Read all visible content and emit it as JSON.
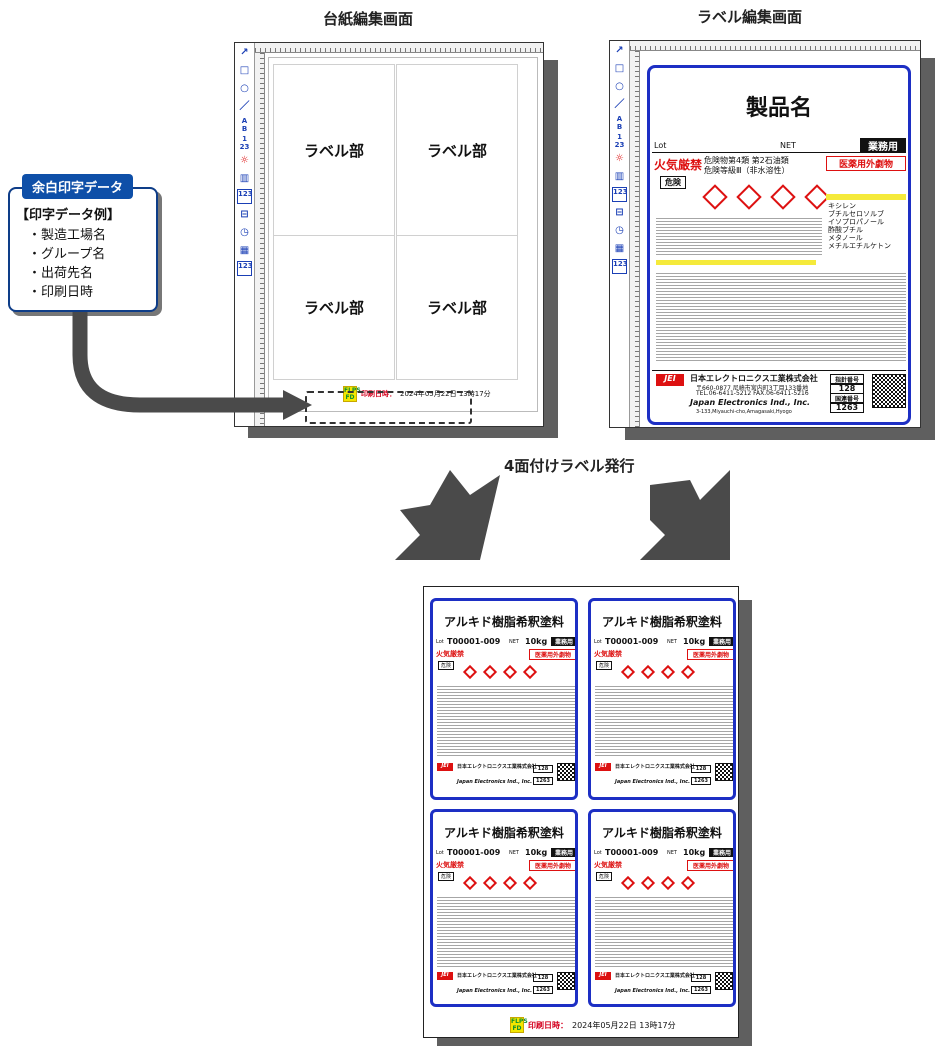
{
  "titles": {
    "board_screen": "台紙編集画面",
    "label_screen": "ラベル編集画面",
    "issue": "4面付けラベル発行"
  },
  "board": {
    "cells": [
      "ラベル部",
      "ラベル部",
      "ラベル部",
      "ラベル部"
    ],
    "stamp": {
      "logo_top": "FLPS",
      "logo_mid": "FD",
      "logo_bot": "v6",
      "key": "印刷日時：",
      "value": "2024年05月22日 13時17分"
    }
  },
  "callout": {
    "tab": "余白印字データ",
    "heading": "【印字データ例】",
    "items": [
      "・製造工場名",
      "・グループ名",
      "・出荷先名",
      "・印刷日時"
    ]
  },
  "toolbar": {
    "icons": [
      "arrow-icon",
      "rectangle-icon",
      "circle-icon",
      "line-icon",
      "text-icon",
      "number-icon",
      "image-icon",
      "barcode-icon",
      "counter-icon",
      "table-icon",
      "clock-icon",
      "qr-icon",
      "variable-icon"
    ],
    "glyphs": [
      "↗",
      "□",
      "○",
      "／",
      "A\nB",
      "1\n23",
      "☼",
      "▥",
      "123",
      "⊟",
      "◷",
      "▦",
      "123"
    ]
  },
  "label": {
    "product_name": "製品名",
    "lot": "Lot",
    "net": "NET",
    "business_use": "業務用",
    "flammable": "火気厳禁",
    "hazard_line1": "危険物第4類 第2石油類",
    "hazard_line2": "危険等級Ⅲ（非水溶性）",
    "danger": "危険",
    "drug": "医薬用外劇物",
    "company": "日本エレクトロニクス工業株式会社",
    "address": "〒660-0877 尼崎市宮内町3丁目133番地",
    "tel": "TEL.06-6411-5212 FAX.06-6411-5216",
    "company_en": "Japan Electronics Ind., Inc.",
    "address_en": "3-133,Miyauchi-cho,Amagasaki,Hyogo",
    "logo": "JEI",
    "cert_label": "指針番号",
    "cert_value": "128",
    "un_label": "国連番号",
    "un_value": "1263",
    "ingredients": [
      "キシレン",
      "ブチルセロソルブ",
      "イソプロパノール",
      "酢酸ブチル",
      "メタノール",
      "メチルエチルケトン"
    ]
  },
  "issued": {
    "product_name": "アルキド樹脂希釈塗料",
    "lot": "Lot",
    "lot_value": "T00001-009",
    "net": "NET",
    "net_value": "10kg",
    "business_use": "業務用",
    "flammable": "火気厳禁",
    "danger": "危険",
    "drug": "医薬用外劇物",
    "company": "日本エレクトロニクス工業株式会社",
    "company_en": "Japan Electronics Ind., Inc.",
    "cert_value": "128",
    "un_value": "1263",
    "stamp": {
      "logo_top": "FLPS",
      "logo_mid": "FD",
      "logo_bot": "v6",
      "key": "印刷日時：",
      "value": "2024年05月22日 13時17分"
    }
  },
  "colors": {
    "accent_blue": "#1d2fc4",
    "callout_blue": "#0e4fa8",
    "red": "#d11111",
    "arrow_gray": "#4a4a4a"
  }
}
